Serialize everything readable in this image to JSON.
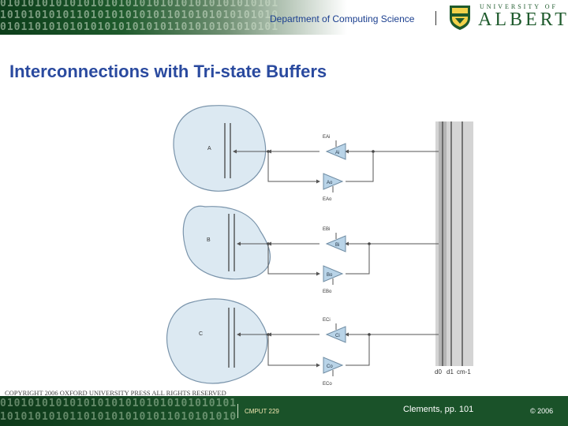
{
  "header": {
    "department": "Department of Computing Science",
    "university_line": "UNIVERSITY OF",
    "university_name": "ALBERTA",
    "binary_rows": [
      "0101010101010101010101010101010101010101",
      "1010101010110101010101011010101010101010",
      "0101101010101010101010101101010101010101"
    ]
  },
  "title": "Interconnections with Tri-state Buffers",
  "diagram": {
    "modules": [
      {
        "name": "A",
        "in_buffer": "Ai",
        "out_buffer": "Ao",
        "in_enable": "EAi",
        "out_enable": "EAo"
      },
      {
        "name": "B",
        "in_buffer": "Bi",
        "out_buffer": "Bo",
        "in_enable": "EBi",
        "out_enable": "EBo"
      },
      {
        "name": "C",
        "in_buffer": "Ci",
        "out_buffer": "Co",
        "in_enable": "ECi",
        "out_enable": "ECo"
      }
    ],
    "bus_lines": [
      "d0",
      "d1",
      "cm-1"
    ]
  },
  "copyright": "COPYRIGHT 2006  OXFORD UNIVERSITY PRESS ALL RIGHTS RESERVED",
  "footer": {
    "course": "CMPUT 229",
    "reference": "Clements, pp. 101",
    "copyright": "© 2006",
    "binary_rows": [
      "0101010101010101010101010101010101",
      "1010101010110101010101011010101010"
    ]
  },
  "colors": {
    "brand_green": "#1a5229",
    "title_blue": "#2a4a9f",
    "blob_fill": "#dce9f2",
    "blob_edge": "#7a94ab",
    "buffer_fill": "#b9d4e8"
  }
}
